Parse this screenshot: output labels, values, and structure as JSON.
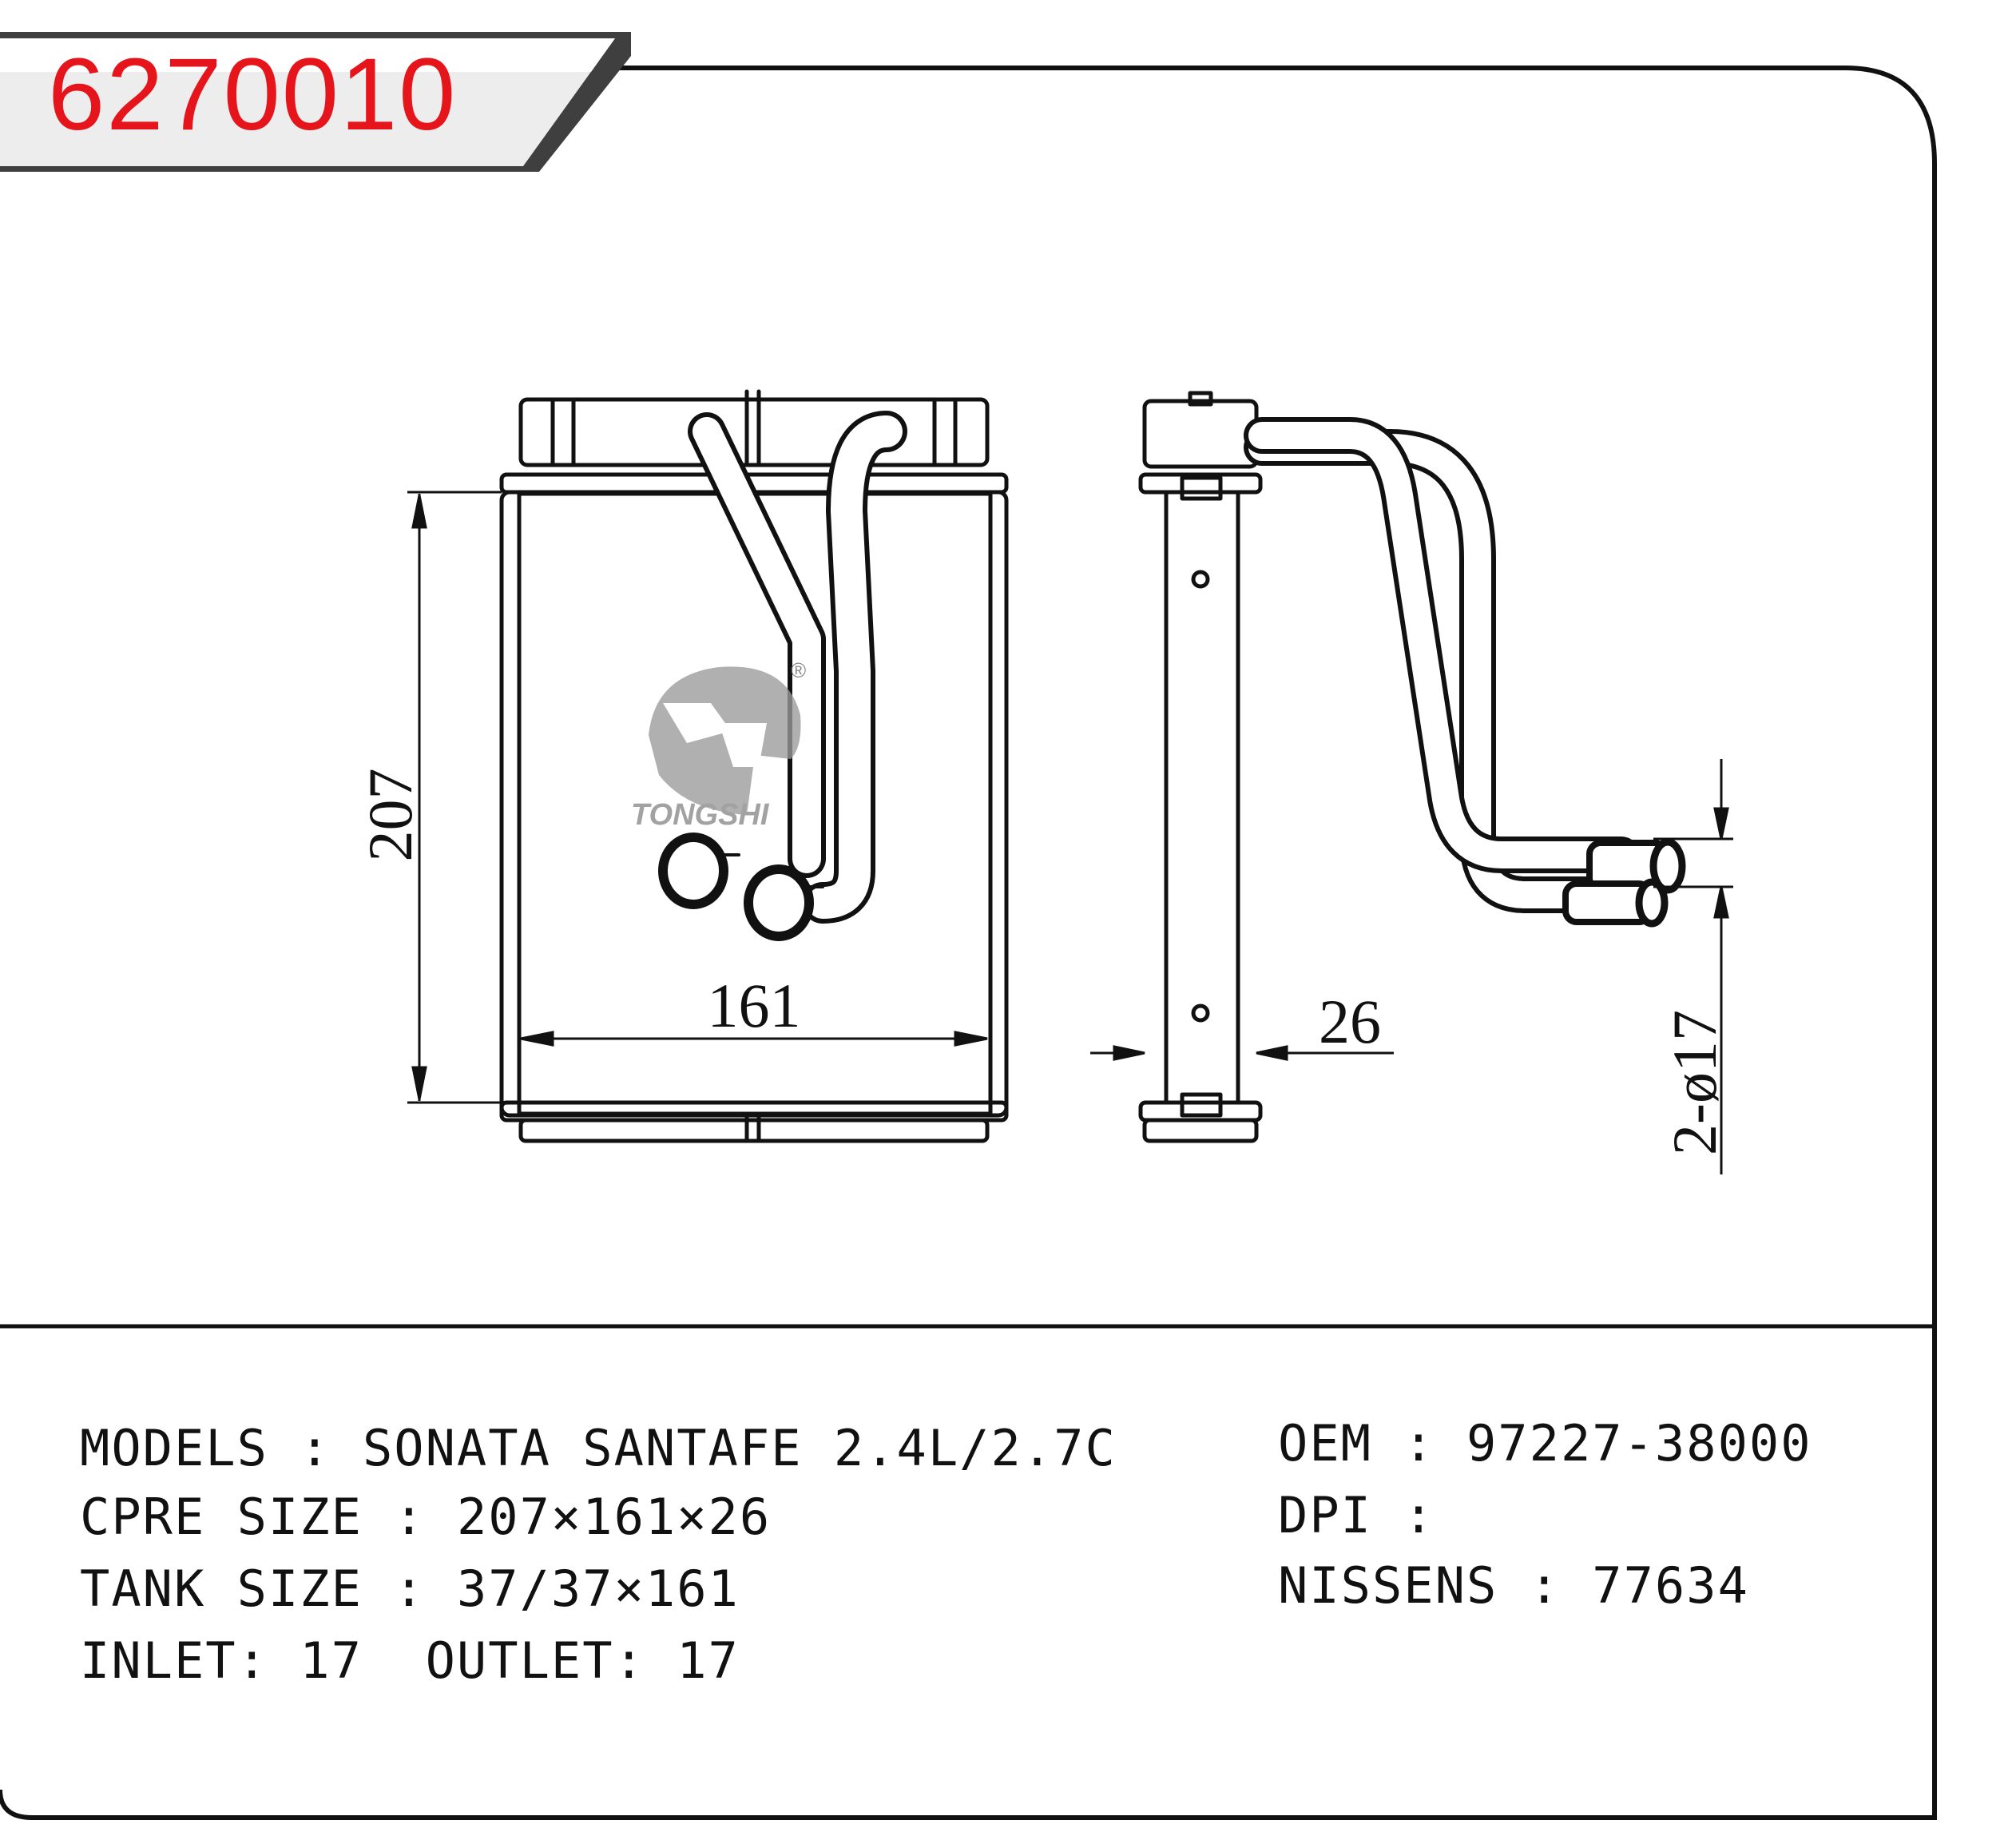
{
  "part_number": "6270010",
  "brand": {
    "name": "TONGSHI",
    "registered_mark": "®"
  },
  "dimensions": {
    "height": "207",
    "width": "161",
    "depth": "26",
    "pipe": "2-ø17"
  },
  "specs": {
    "models": {
      "label": "MODELS",
      "value": "SONATA SANTAFE 2.4L/2.7C"
    },
    "core_size": {
      "label": "CPRE SIZE",
      "value": "207×161×26"
    },
    "tank_size": {
      "label": "TANK SIZE",
      "value": "37/37×161"
    },
    "inlet": {
      "label": "INLET:",
      "value": "17"
    },
    "outlet": {
      "label": "OUTLET:",
      "value": "17"
    },
    "oem": {
      "label": "OEM",
      "value": "97227-38000"
    },
    "dpi": {
      "label": "DPI",
      "value": ""
    },
    "nissens": {
      "label": "NISSENS",
      "value": "77634"
    }
  },
  "colors": {
    "part_number": "#e6151b",
    "banner": "#4a4a4a",
    "line": "#111111"
  }
}
